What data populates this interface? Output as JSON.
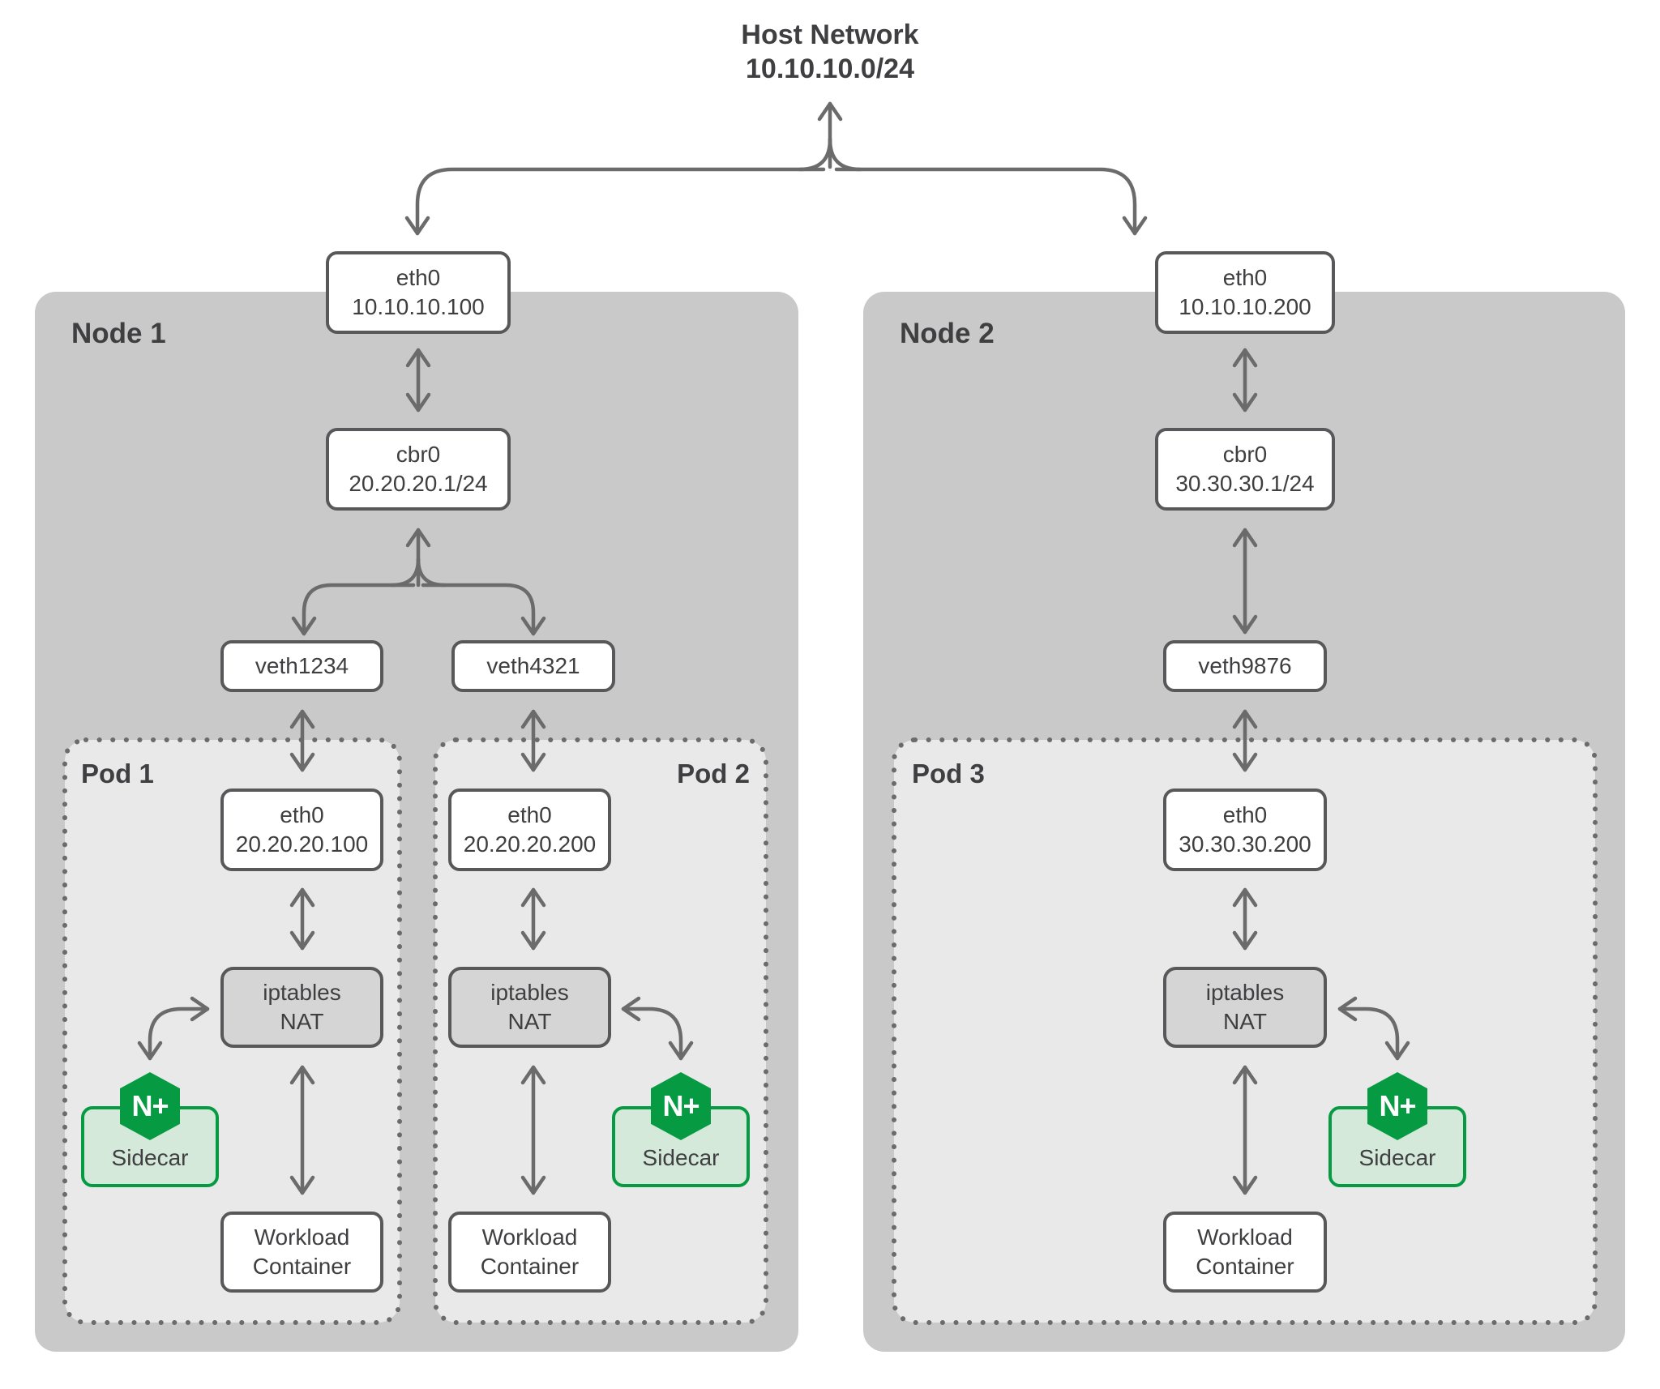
{
  "host": {
    "title": "Host Network",
    "cidr": "10.10.10.0/24"
  },
  "node1": {
    "label": "Node 1",
    "eth0": {
      "name": "eth0",
      "ip": "10.10.10.100"
    },
    "cbr0": {
      "name": "cbr0",
      "cidr": "20.20.20.1/24"
    },
    "veth_a": "veth1234",
    "veth_b": "veth4321",
    "pod1": {
      "label": "Pod 1",
      "eth0": {
        "name": "eth0",
        "ip": "20.20.20.100"
      },
      "nat": {
        "line1": "iptables",
        "line2": "NAT"
      },
      "sidecar": {
        "label": "Sidecar",
        "icon": "N+"
      },
      "workload": {
        "line1": "Workload",
        "line2": "Container"
      }
    },
    "pod2": {
      "label": "Pod 2",
      "eth0": {
        "name": "eth0",
        "ip": "20.20.20.200"
      },
      "nat": {
        "line1": "iptables",
        "line2": "NAT"
      },
      "sidecar": {
        "label": "Sidecar",
        "icon": "N+"
      },
      "workload": {
        "line1": "Workload",
        "line2": "Container"
      }
    }
  },
  "node2": {
    "label": "Node 2",
    "eth0": {
      "name": "eth0",
      "ip": "10.10.10.200"
    },
    "cbr0": {
      "name": "cbr0",
      "cidr": "30.30.30.1/24"
    },
    "veth": "veth9876",
    "pod3": {
      "label": "Pod 3",
      "eth0": {
        "name": "eth0",
        "ip": "30.30.30.200"
      },
      "nat": {
        "line1": "iptables",
        "line2": "NAT"
      },
      "sidecar": {
        "label": "Sidecar",
        "icon": "N+"
      },
      "workload": {
        "line1": "Workload",
        "line2": "Container"
      }
    }
  },
  "colors": {
    "nginx_green": "#069b43",
    "sidecar_fill": "#d4e9da",
    "node_fill": "#c9c9c9",
    "pod_fill": "#e9e9e9",
    "nat_fill": "#d5d5d5",
    "box_border": "#58585a",
    "arrow": "#6b6b6b",
    "text": "#3f3f41"
  }
}
